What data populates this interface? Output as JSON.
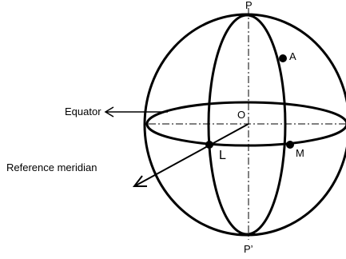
{
  "labels": {
    "north_pole": "P",
    "south_pole": "P’",
    "point_a": "A",
    "center": "O",
    "point_l": "L",
    "point_m": "M",
    "equator": "Equator",
    "reference_meridian": "Reference meridian"
  }
}
